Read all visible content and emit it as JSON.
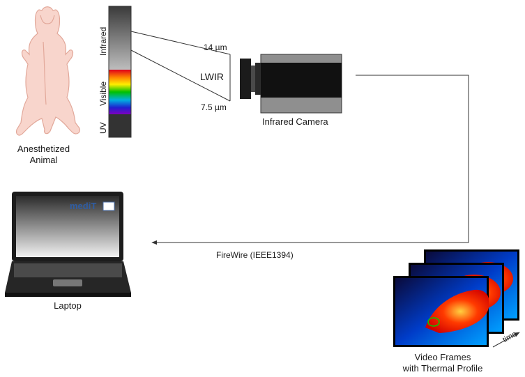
{
  "animal": {
    "label_line1": "Anesthetized",
    "label_line2": "Animal"
  },
  "spectrum": {
    "band_infrared": "Infrared",
    "band_visible": "Visible",
    "band_uv": "UV",
    "wavelength_upper": "14 µm",
    "wavelength_lower": "7.5 µm",
    "band_name": "LWIR"
  },
  "camera": {
    "label": "Infrared Camera"
  },
  "connection": {
    "label": "FireWire (IEEE1394)"
  },
  "laptop": {
    "label": "Laptop",
    "screen_logo": "mediT"
  },
  "frames": {
    "label_line1": "Video Frames",
    "label_line2": "with Thermal Profile",
    "time_axis": "time"
  },
  "colors": {
    "line": "#333333",
    "thermal_hot": "#ff3300",
    "thermal_cold": "#0022cc"
  }
}
